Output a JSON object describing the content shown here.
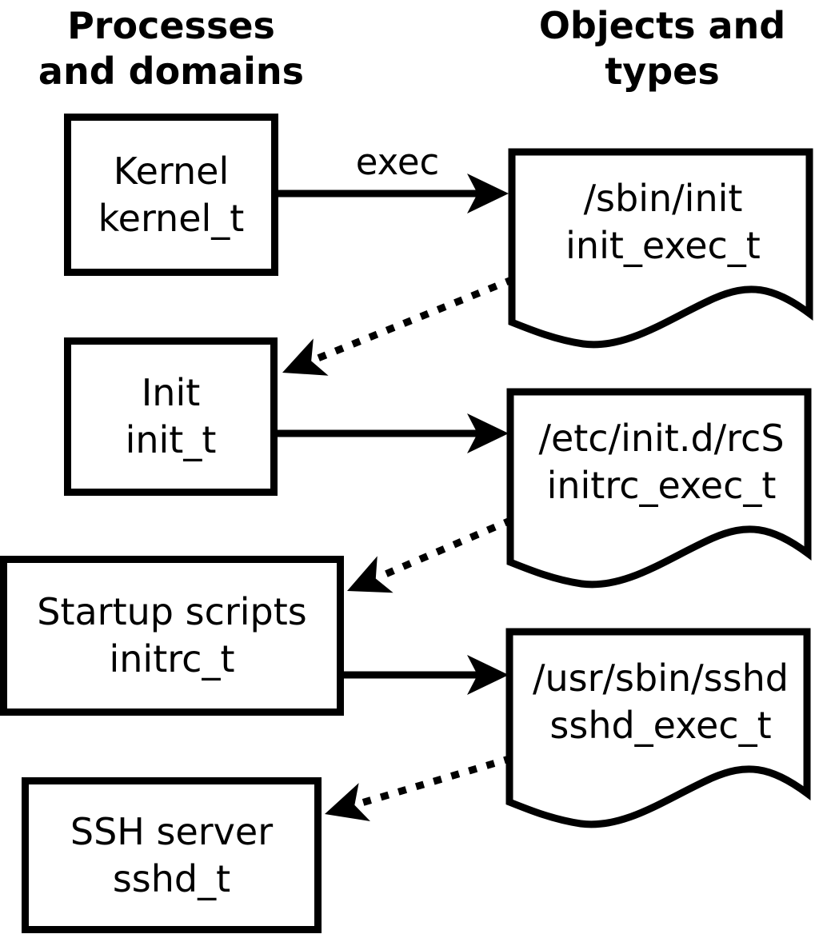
{
  "headers": {
    "left_line1": "Processes",
    "left_line2": "and domains",
    "right_line1": "Objects and",
    "right_line2": "types"
  },
  "processes": [
    {
      "name": "Kernel",
      "domain": "kernel_t"
    },
    {
      "name": "Init",
      "domain": "init_t"
    },
    {
      "name": "Startup scripts",
      "domain": "initrc_t"
    },
    {
      "name": "SSH server",
      "domain": "sshd_t"
    }
  ],
  "objects": [
    {
      "path": "/sbin/init",
      "type": "init_exec_t"
    },
    {
      "path": "/etc/init.d/rcS",
      "type": "initrc_exec_t"
    },
    {
      "path": "/usr/sbin/sshd",
      "type": "sshd_exec_t"
    }
  ],
  "labels": {
    "exec": "exec"
  },
  "edges": [
    {
      "from": "Kernel (kernel_t)",
      "to": "/sbin/init (init_exec_t)",
      "style": "solid",
      "label": "exec"
    },
    {
      "from": "/sbin/init (init_exec_t)",
      "to": "Init (init_t)",
      "style": "dotted",
      "label": ""
    },
    {
      "from": "Init (init_t)",
      "to": "/etc/init.d/rcS (initrc_exec_t)",
      "style": "solid",
      "label": ""
    },
    {
      "from": "/etc/init.d/rcS (initrc_exec_t)",
      "to": "Startup scripts (initrc_t)",
      "style": "dotted",
      "label": ""
    },
    {
      "from": "Startup scripts (initrc_t)",
      "to": "/usr/sbin/sshd (sshd_exec_t)",
      "style": "solid",
      "label": ""
    },
    {
      "from": "/usr/sbin/sshd (sshd_exec_t)",
      "to": "SSH server (sshd_t)",
      "style": "dotted",
      "label": ""
    }
  ],
  "colors": {
    "foreground": "#000000",
    "background": "#ffffff"
  }
}
